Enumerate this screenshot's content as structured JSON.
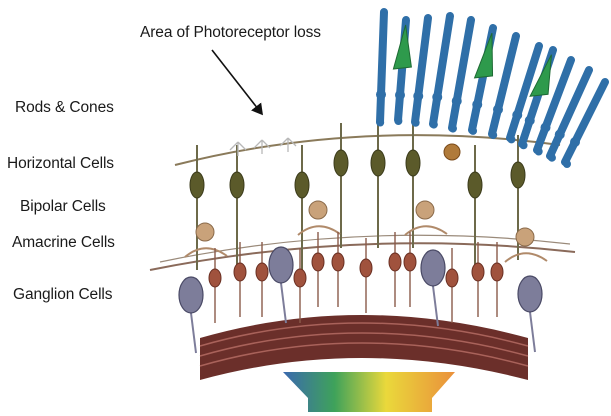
{
  "annotation": {
    "text": "Area of Photoreceptor loss"
  },
  "layers": [
    {
      "key": "rods-cones",
      "label": "Rods & Cones"
    },
    {
      "key": "horizontal",
      "label": "Horizontal Cells"
    },
    {
      "key": "bipolar",
      "label": "Bipolar Cells"
    },
    {
      "key": "amacrine",
      "label": "Amacrine Cells"
    },
    {
      "key": "ganglion",
      "label": "Ganglion Cells"
    }
  ],
  "colors": {
    "rod": "#2f6fa8",
    "cone": "#2e9a4c",
    "horizontal": "#5b5a2a",
    "bipolar": "#c9a27a",
    "amacrine": "#a0523d",
    "ganglion": "#7d7d9a",
    "fiber_band": "#6b2f2a",
    "spectrum": [
      "#2a5ca8",
      "#2e9a4c",
      "#e8d52a",
      "#e8862a"
    ]
  }
}
